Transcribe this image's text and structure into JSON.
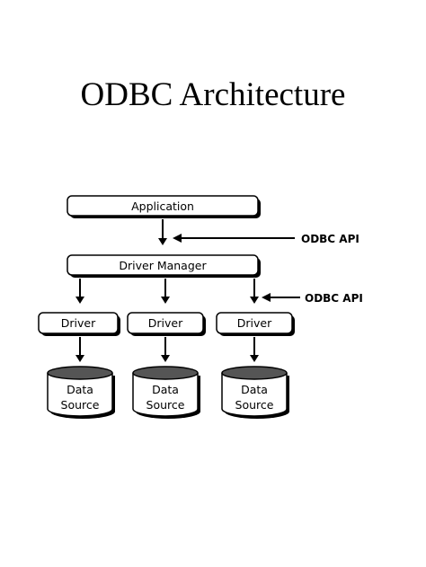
{
  "slide": {
    "title": "ODBC Architecture"
  },
  "diagram": {
    "application_label": "Application",
    "driver_manager_label": "Driver Manager",
    "drivers": [
      {
        "label": "Driver"
      },
      {
        "label": "Driver"
      },
      {
        "label": "Driver"
      }
    ],
    "data_sources": [
      {
        "line1": "Data",
        "line2": "Source"
      },
      {
        "line1": "Data",
        "line2": "Source"
      },
      {
        "line1": "Data",
        "line2": "Source"
      }
    ],
    "api_labels": [
      "ODBC API",
      "ODBC API"
    ],
    "colors": {
      "stroke": "#000000",
      "box_fill": "#ffffff",
      "shadow": "#000000",
      "cylinder_top": "#555555"
    }
  }
}
